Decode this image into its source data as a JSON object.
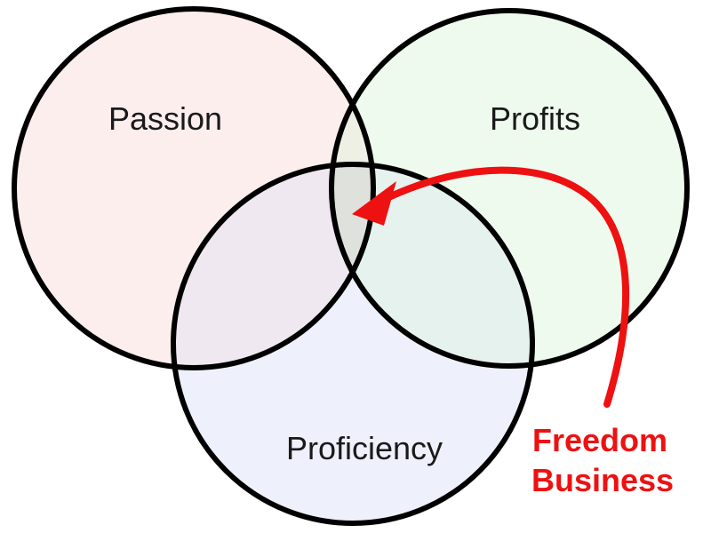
{
  "diagram": {
    "type": "venn",
    "sets": [
      {
        "key": "passion",
        "label": "Passion",
        "fill": "#fdeeee"
      },
      {
        "key": "profits",
        "label": "Profits",
        "fill": "#eefaee"
      },
      {
        "key": "proficiency",
        "label": "Proficiency",
        "fill": "#eef1fb"
      }
    ],
    "overlap_colors": {
      "passion_proficiency": "#f0e8f1",
      "profits_proficiency": "#e6f2ee",
      "passion_profits": "#eef0e6",
      "center": "#dfe2dc"
    },
    "outline_color": "#000000",
    "callout": {
      "line1": "Freedom",
      "line2": "Business",
      "color": "#ee1111",
      "points_to": "center"
    }
  }
}
